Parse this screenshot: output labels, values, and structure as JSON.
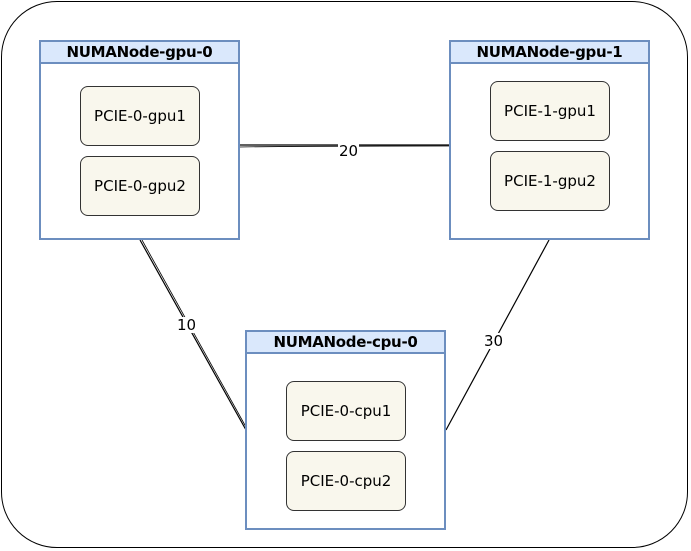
{
  "nodes": {
    "gpu0": {
      "title": "NUMANode-gpu-0",
      "devices": [
        "PCIE-0-gpu1",
        "PCIE-0-gpu2"
      ]
    },
    "gpu1": {
      "title": "NUMANode-gpu-1",
      "devices": [
        "PCIE-1-gpu1",
        "PCIE-1-gpu2"
      ]
    },
    "cpu0": {
      "title": "NUMANode-cpu-0",
      "devices": [
        "PCIE-0-cpu1",
        "PCIE-0-cpu2"
      ]
    }
  },
  "edges": {
    "gpu0_gpu1": "20",
    "gpu0_cpu0": "10",
    "gpu1_cpu0": "30"
  },
  "colors": {
    "node_border": "#6c8ebf",
    "node_header": "#dae8fc",
    "device_fill": "#f9f7ed"
  }
}
